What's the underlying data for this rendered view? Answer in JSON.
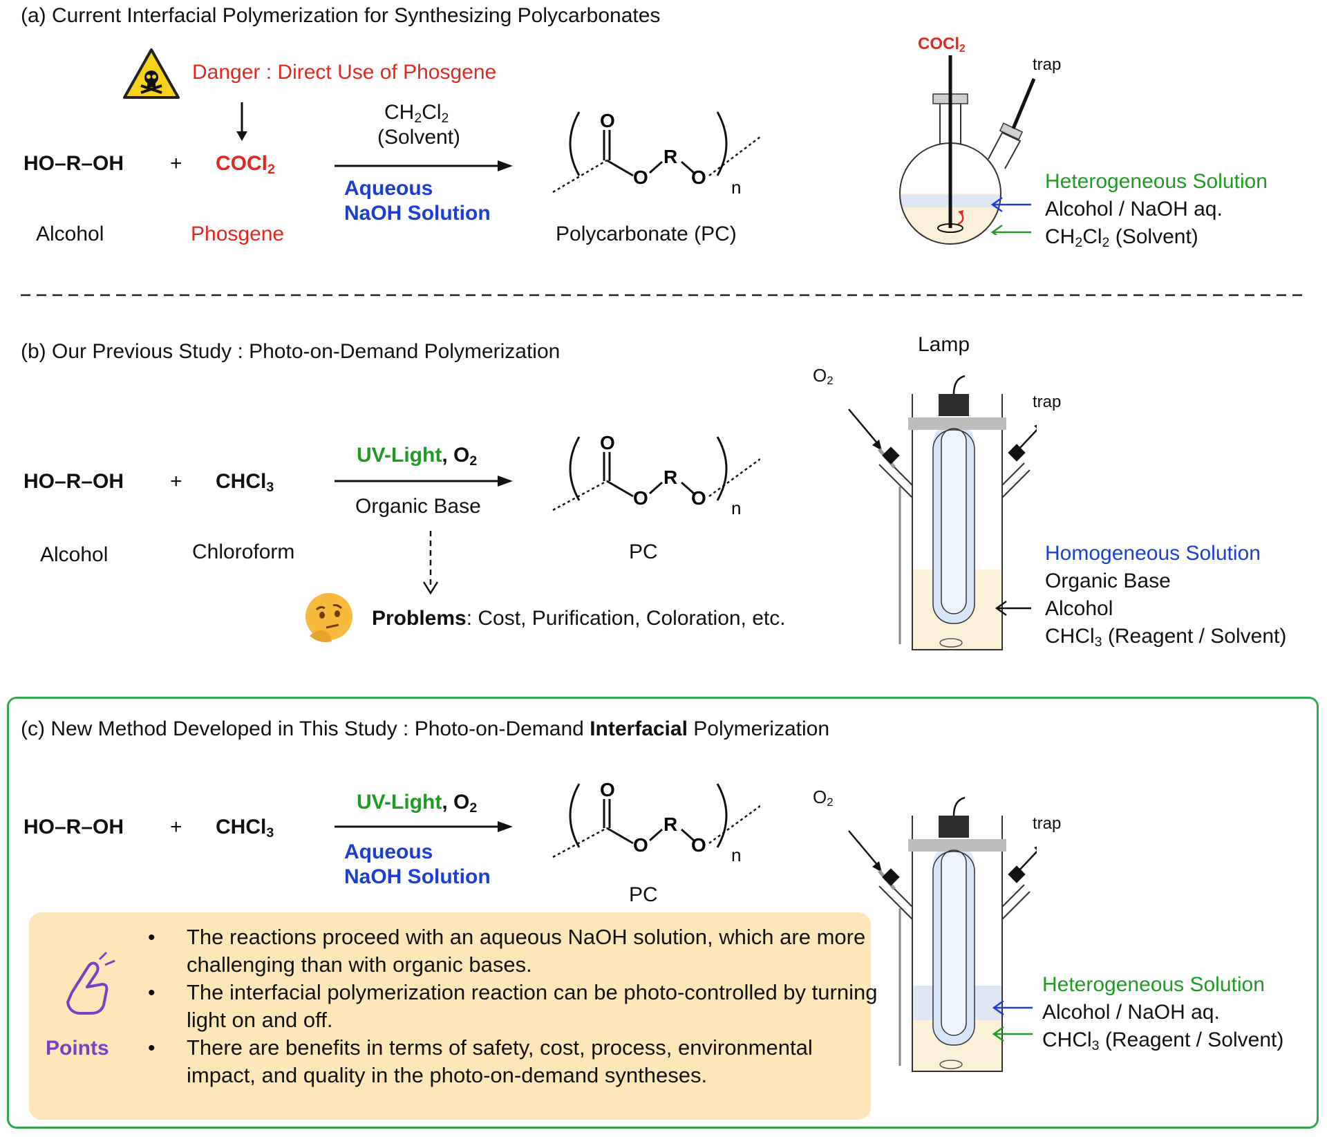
{
  "panel_a": {
    "title": "(a) Current Interfacial Polymerization for Synthesizing Polycarbonates",
    "danger_label": "Danger : Direct Use of Phosgene",
    "reactant1": "HO–R–OH",
    "plus": "+",
    "reactant2_main": "COCl",
    "reactant2_sub": "2",
    "reactant1_name": "Alcohol",
    "reactant2_name": "Phosgene",
    "conditions_top_a": "CH",
    "conditions_top_sub1": "2",
    "conditions_top_b": "Cl",
    "conditions_top_sub2": "2",
    "conditions_top2": "(Solvent)",
    "conditions_bottom1": "Aqueous",
    "conditions_bottom2": "NaOH Solution",
    "product_name": "Polycarbonate (PC)",
    "apparatus_gas_main": "COCl",
    "apparatus_gas_sub": "2",
    "apparatus_trap": "trap",
    "solution_type": "Heterogeneous Solution",
    "layer1": "Alcohol / NaOH aq.",
    "layer2_a": "CH",
    "layer2_sub1": "2",
    "layer2_b": "Cl",
    "layer2_sub2": "2",
    "layer2_c": " (Solvent)"
  },
  "panel_b": {
    "title": "(b) Our Previous Study : Photo-on-Demand Polymerization",
    "reactant1": "HO–R–OH",
    "plus": "+",
    "reactant2_main": "CHCl",
    "reactant2_sub": "3",
    "reactant1_name": "Alcohol",
    "reactant2_name": "Chloroform",
    "conditions_light": "UV-Light",
    "conditions_o2_main": ", O",
    "conditions_o2_sub": "2",
    "conditions_bottom": "Organic Base",
    "product_name": "PC",
    "problems_label": "Problems",
    "problems_text": ": Cost, Purification, Coloration, etc.",
    "lamp_label": "Lamp",
    "o2_main": "O",
    "o2_sub": "2",
    "trap": "trap",
    "solution_type": "Homogeneous Solution",
    "line1": "Organic Base",
    "line2": "Alcohol",
    "line3_main": "CHCl",
    "line3_sub": "3",
    "line3_rest": " (Reagent / Solvent)"
  },
  "panel_c": {
    "title_pre": "(c) New Method Developed in This Study : Photo-on-Demand ",
    "title_bold": "Interfacial",
    "title_post": " Polymerization",
    "reactant1": "HO–R–OH",
    "plus": "+",
    "reactant2_main": "CHCl",
    "reactant2_sub": "3",
    "conditions_light": "UV-Light",
    "conditions_o2_main": ", O",
    "conditions_o2_sub": "2",
    "conditions_bottom1": "Aqueous",
    "conditions_bottom2": "NaOH Solution",
    "product_name": "PC",
    "points_label": "Points",
    "bullets": [
      "The reactions proceed with an aqueous NaOH solution, which are more challenging than with organic bases.",
      "The interfacial polymerization reaction can be photo-controlled by turning light on and off.",
      "There are benefits in terms of safety, cost, process, environmental impact, and quality in the photo-on-demand syntheses."
    ],
    "o2_main": "O",
    "o2_sub": "2",
    "trap": "trap",
    "solution_type": "Heterogeneous Solution",
    "layer1": "Alcohol / NaOH aq.",
    "layer2_main": "CHCl",
    "layer2_sub": "3",
    "layer2_rest": " (Reagent / Solvent)"
  },
  "structure": {
    "o_atom": "O",
    "r_group": "R",
    "n_index": "n"
  },
  "colors": {
    "danger": "#e0281e",
    "aqueous": "#1a3fd6",
    "light": "#1f9a22",
    "points": "#7a3fc4",
    "panel_border": "#2ea84a",
    "points_bg": "#fde6b7"
  }
}
